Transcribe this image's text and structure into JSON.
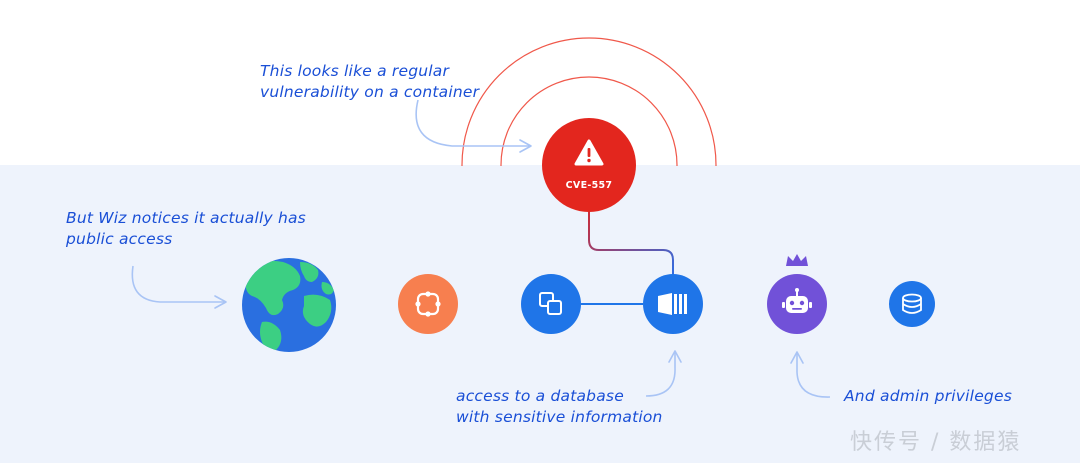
{
  "annotations": {
    "container_vuln": [
      "This looks like a regular",
      "vulnerability on a container"
    ],
    "public_access": [
      "But Wiz notices it actually has",
      "public access"
    ],
    "database_access": [
      "access to a database",
      "with sensitive information"
    ],
    "admin_privileges": [
      "And admin privileges"
    ]
  },
  "alert": {
    "label": "CVE-557",
    "icon": "warning-triangle-icon",
    "color": "#e3261e"
  },
  "nodes": [
    {
      "name": "internet-globe-icon",
      "color": "#2a6fe0"
    },
    {
      "name": "network-endpoint-icon",
      "color": "#f77f4f"
    },
    {
      "name": "copy-squares-icon",
      "color": "#1f75e8"
    },
    {
      "name": "container-icon",
      "color": "#1f75e8"
    },
    {
      "name": "admin-bot-icon",
      "color": "#7151d8"
    },
    {
      "name": "database-icon",
      "color": "#1f75e8"
    }
  ],
  "crown_icon": "crown-icon",
  "watermark": "快传号 / 数据猿",
  "colors": {
    "annotation_text": "#1a4fd6",
    "arrow": "#a9c4f5",
    "band": "#eef3fc",
    "ring": "#f0584a"
  }
}
